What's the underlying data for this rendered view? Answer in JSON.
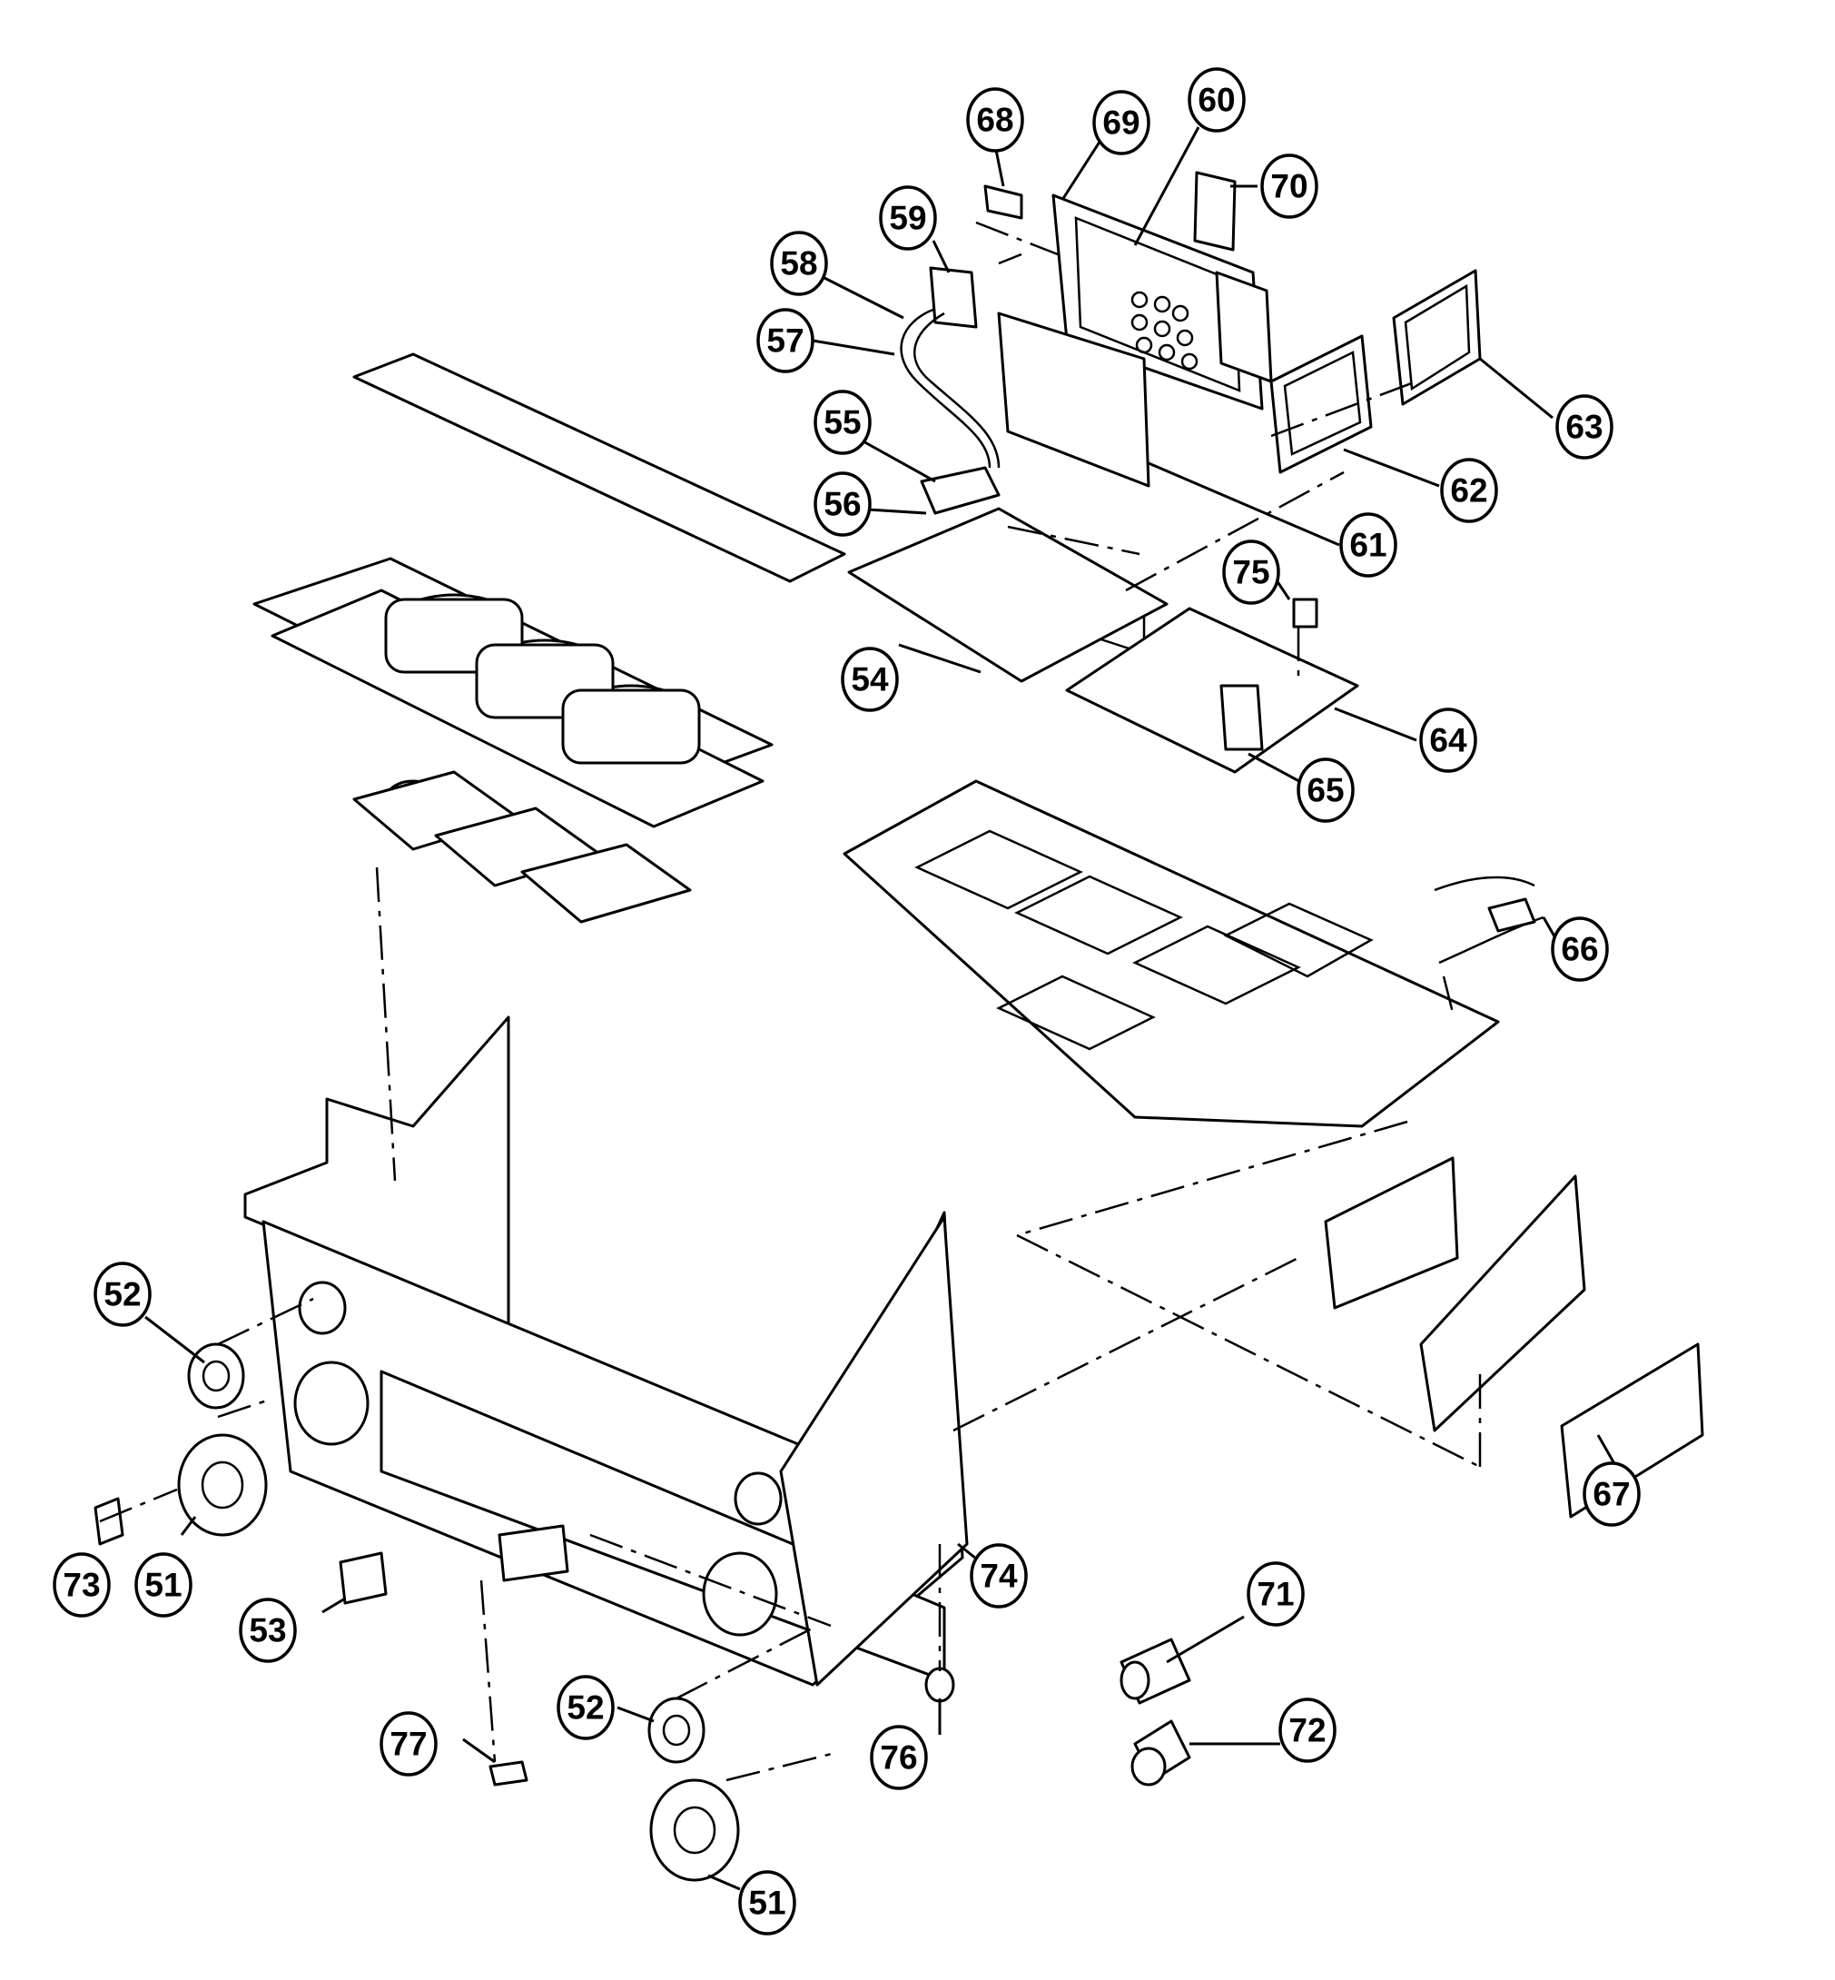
{
  "callouts": [
    {
      "id": "c68",
      "label": "68"
    },
    {
      "id": "c69",
      "label": "69"
    },
    {
      "id": "c60",
      "label": "60"
    },
    {
      "id": "c70",
      "label": "70"
    },
    {
      "id": "c59",
      "label": "59"
    },
    {
      "id": "c58",
      "label": "58"
    },
    {
      "id": "c57",
      "label": "57"
    },
    {
      "id": "c55",
      "label": "55"
    },
    {
      "id": "c56",
      "label": "56"
    },
    {
      "id": "c63",
      "label": "63"
    },
    {
      "id": "c62",
      "label": "62"
    },
    {
      "id": "c61",
      "label": "61"
    },
    {
      "id": "c75",
      "label": "75"
    },
    {
      "id": "c54",
      "label": "54"
    },
    {
      "id": "c64",
      "label": "64"
    },
    {
      "id": "c65",
      "label": "65"
    },
    {
      "id": "c66",
      "label": "66"
    },
    {
      "id": "c52a",
      "label": "52"
    },
    {
      "id": "c73",
      "label": "73"
    },
    {
      "id": "c51a",
      "label": "51"
    },
    {
      "id": "c53",
      "label": "53"
    },
    {
      "id": "c74",
      "label": "74"
    },
    {
      "id": "c67",
      "label": "67"
    },
    {
      "id": "c71",
      "label": "71"
    },
    {
      "id": "c72",
      "label": "72"
    },
    {
      "id": "c52b",
      "label": "52"
    },
    {
      "id": "c76",
      "label": "76"
    },
    {
      "id": "c77",
      "label": "77"
    },
    {
      "id": "c51b",
      "label": "51"
    }
  ]
}
